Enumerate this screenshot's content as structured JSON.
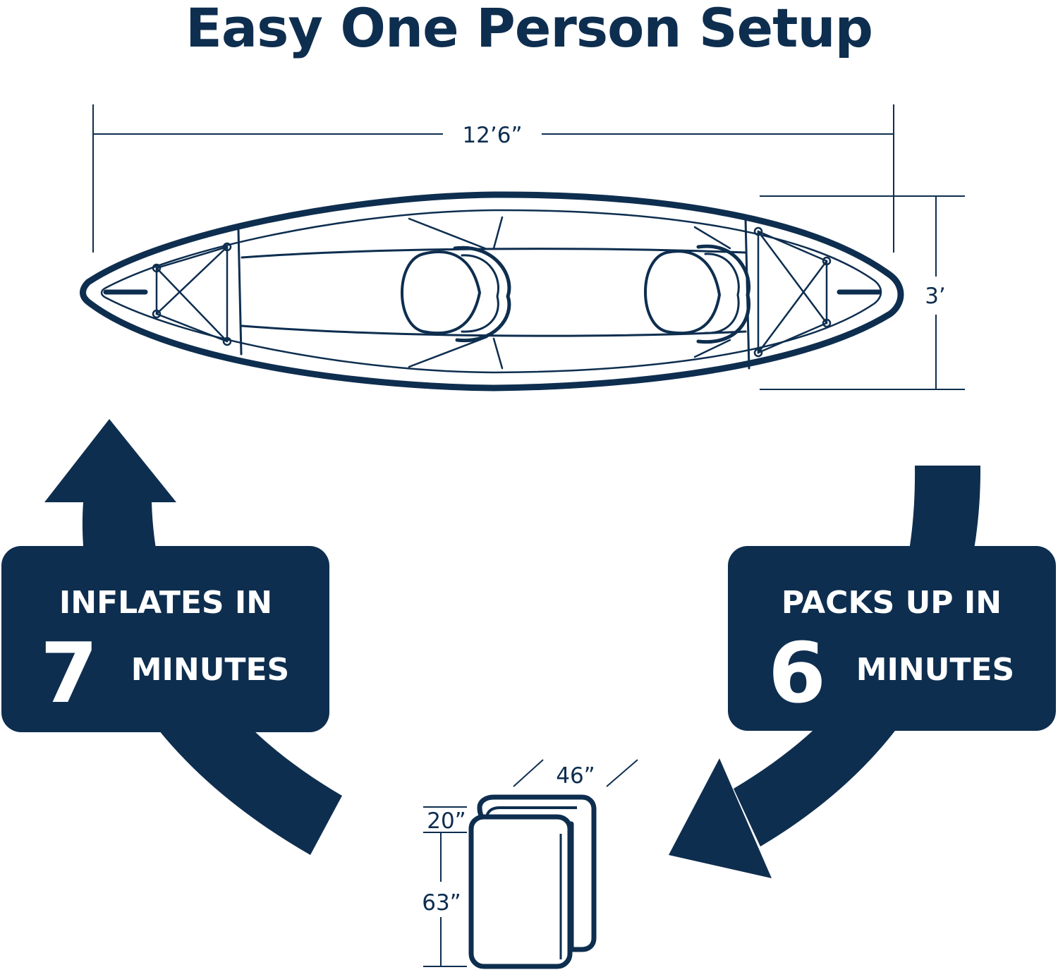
{
  "title": "Easy One Person Setup",
  "kayak": {
    "length_label": "12’6”",
    "width_label": "3’"
  },
  "inflate": {
    "line1": "INFLATES IN",
    "number": "7",
    "unit": "MINUTES"
  },
  "pack": {
    "line1": "PACKS UP IN",
    "number": "6",
    "unit": "MINUTES"
  },
  "bag": {
    "width_label": "46”",
    "depth_label": "20”",
    "height_label": "63”"
  },
  "colors": {
    "navy": "#0e2e4f",
    "background": "#ffffff"
  }
}
